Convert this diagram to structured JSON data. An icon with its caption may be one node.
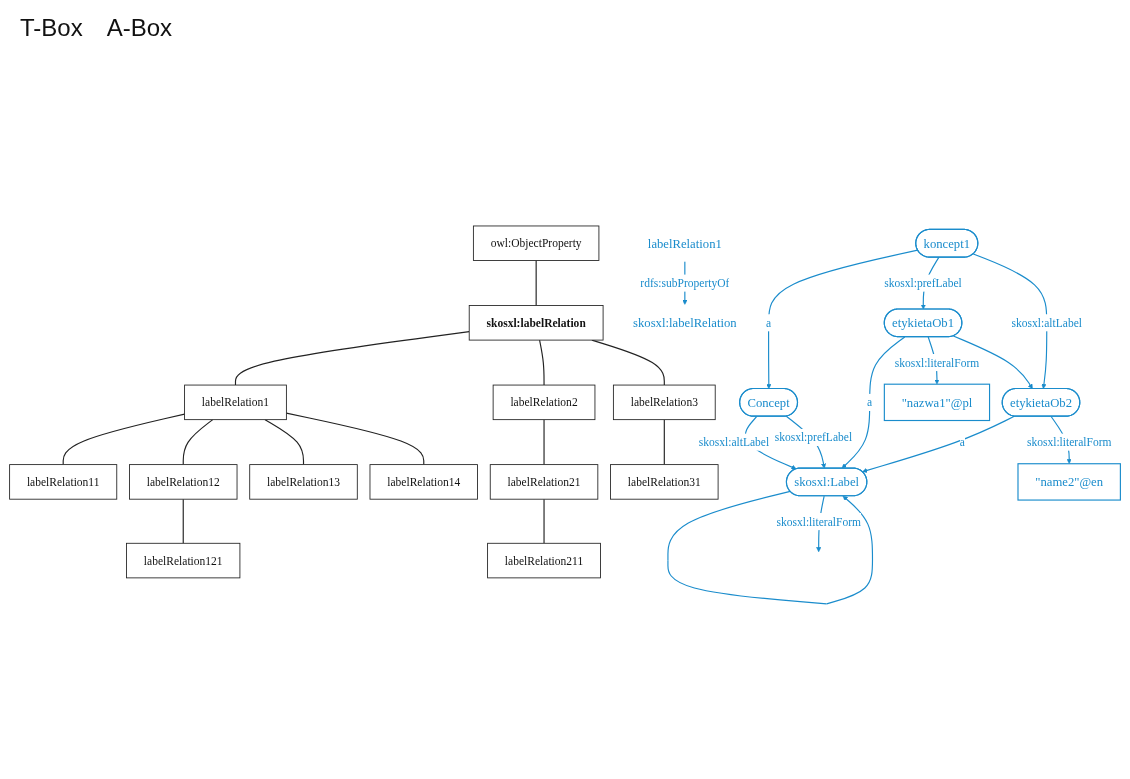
{
  "diagram": {
    "nodes": [
      {
        "text": [
          "Concept"
        ]
      },
      {
        "text": [
          "skosxl:Label"
        ]
      },
      {
        "text": [
          "skosxl:labelRelation"
        ]
      },
      {
        "text": [
          "koncept1"
        ]
      },
      {
        "text": [
          "etykietaOb1"
        ]
      },
      {
        "text": [
          "etykietaOb2"
        ]
      },
      {
        "text": [
          "labelRelation1"
        ]
      },
      {
        "text": [
          "\"nazwa1\"@pl"
        ]
      },
      {
        "text": [
          "\"name2\"@en"
        ]
      },
      {
        "text": [
          "owl:ObjectProperty"
        ]
      },
      {
        "text": [
          "skosxl:labelRelation"
        ]
      },
      {
        "text": [
          "labelRelation1"
        ]
      },
      {
        "text": [
          "labelRelation11"
        ]
      },
      {
        "text": [
          "labelRelation12"
        ]
      },
      {
        "text": [
          "labelRelation121"
        ]
      },
      {
        "text": [
          "labelRelation13"
        ]
      },
      {
        "text": [
          "labelRelation14"
        ]
      },
      {
        "text": [
          "labelRelation2"
        ]
      },
      {
        "text": [
          "labelRelation21"
        ]
      },
      {
        "text": [
          "labelRelation211"
        ]
      },
      {
        "text": [
          "labelRelation3"
        ]
      },
      {
        "text": [
          "labelRelation31"
        ]
      }
    ],
    "edges": [
      {
        "from": 0,
        "to": 1,
        "arrow": "to",
        "label": "skosxl:altLabel"
      },
      {
        "from": 0,
        "to": 1,
        "arrow": "to",
        "label": "skosxl:prefLabel"
      },
      {
        "from": 1,
        "to": 1,
        "arrow": "to"
      },
      {
        "from": 1,
        "to": null,
        "arrow": "to",
        "label": "skosxl:literalForm"
      },
      {
        "from": 3,
        "to": 0,
        "arrow": "to",
        "label": "a"
      },
      {
        "from": 4,
        "to": 1,
        "arrow": "to",
        "label": "a"
      },
      {
        "from": 5,
        "to": 1,
        "arrow": "to",
        "label": "a"
      },
      {
        "from": 3,
        "to": 4,
        "arrow": "to",
        "label": "skosxl:prefLabel"
      },
      {
        "from": 3,
        "to": 5,
        "arrow": "to",
        "label": "skosxl:altLabel"
      },
      {
        "from": 4,
        "to": 7,
        "arrow": "to",
        "label": "skosxl:literalForm"
      },
      {
        "from": 4,
        "to": 5,
        "arrow": "to"
      },
      {
        "from": 5,
        "to": 8,
        "arrow": "to",
        "label": "skosxl:literalForm"
      },
      {
        "from": 6,
        "to": 2,
        "arrow": "to",
        "label": "rdfs:subPropertyOf"
      },
      {
        "from": 9,
        "to": 10,
        "arrow": "none",
        "color": "#222222"
      },
      {
        "from": 10,
        "to": 11,
        "arrow": "none",
        "color": "#222222"
      },
      {
        "from": 11,
        "to": 12,
        "arrow": "none",
        "color": "#222222"
      },
      {
        "from": 11,
        "to": 13,
        "arrow": "none",
        "color": "#222222"
      },
      {
        "from": 13,
        "to": 14,
        "arrow": "none",
        "color": "#222222"
      },
      {
        "from": 11,
        "to": 15,
        "arrow": "none",
        "color": "#222222"
      },
      {
        "from": 11,
        "to": 16,
        "arrow": "none",
        "color": "#222222"
      },
      {
        "from": 10,
        "to": 17,
        "arrow": "none",
        "color": "#222222"
      },
      {
        "from": 17,
        "to": 18,
        "arrow": "none",
        "color": "#222222"
      },
      {
        "from": 18,
        "to": 19,
        "arrow": "none",
        "color": "#222222"
      },
      {
        "from": 10,
        "to": 20,
        "arrow": "none",
        "color": "#222222"
      },
      {
        "from": 20,
        "to": 21,
        "arrow": "none",
        "color": "#222222"
      }
    ],
    "labels": [
      "T-Box",
      "A-Box"
    ]
  }
}
